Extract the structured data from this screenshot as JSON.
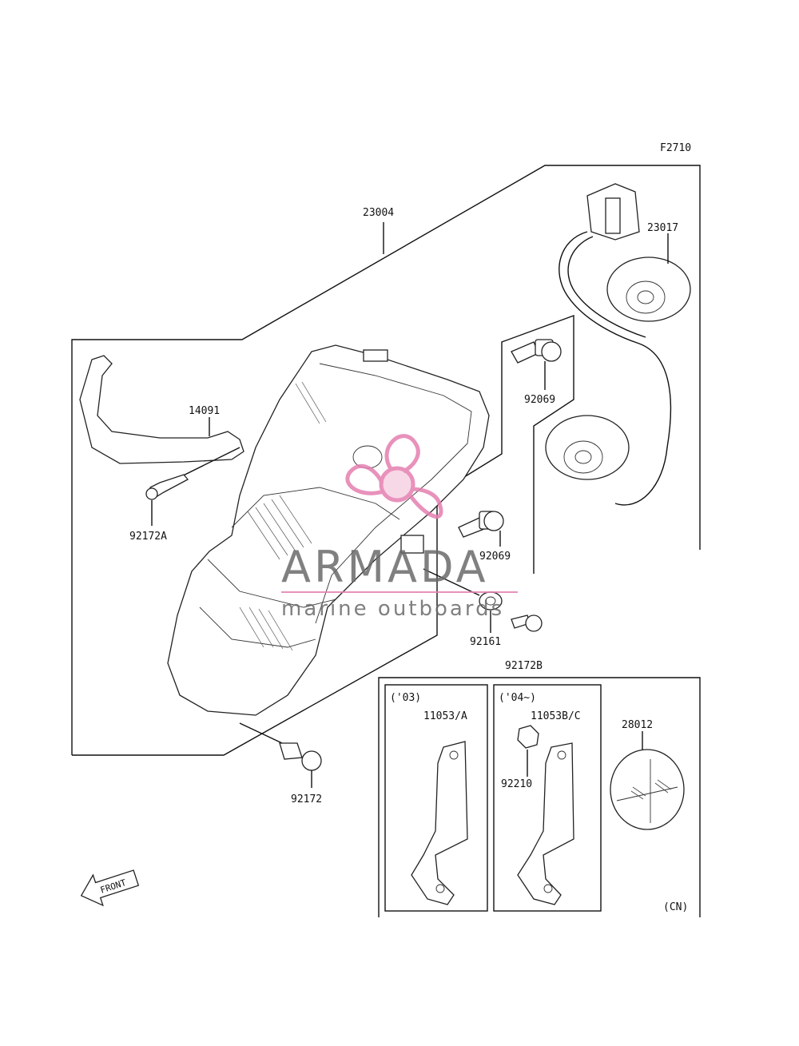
{
  "diagram_code": "F2710",
  "callouts": {
    "headlight_assembly": "23004",
    "socket_wiring": "23017",
    "bracket": "14091",
    "bulb_upper": "92069",
    "bulb_lower": "92069",
    "screw_a": "92172A",
    "screw_bottom": "92172",
    "grommet": "92161",
    "screw_b": "92172B",
    "emblem": "28012",
    "nut": "92210",
    "plate_03": "11053/A",
    "plate_04": "11053B/C"
  },
  "inset_labels": {
    "year_03": "('03)",
    "year_04": "('04~)",
    "region": "(CN)"
  },
  "front_arrow": "FRONT",
  "watermark": {
    "brand": "ARMADA",
    "tagline": "marine outboards",
    "logo_icon": "propeller-logo-icon",
    "brand_color": "#e57fb0",
    "text_color": "#6a6a6a"
  }
}
